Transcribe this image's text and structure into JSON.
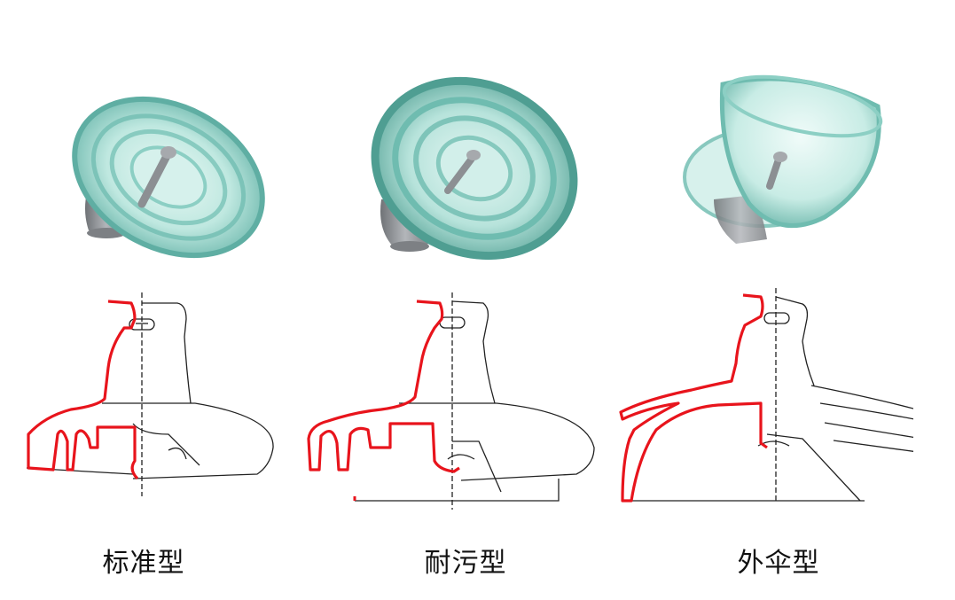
{
  "captions": {
    "standard": "标准型",
    "anti_fog": "耐污型",
    "open": "外伞型"
  },
  "colors": {
    "glass_edge": "#5faea3",
    "glass_fill": "#c4ece6",
    "glass_light": "#e9f8f5",
    "metal": "#8c8f93",
    "outline": "#222222",
    "highlight": "#e8141c"
  }
}
